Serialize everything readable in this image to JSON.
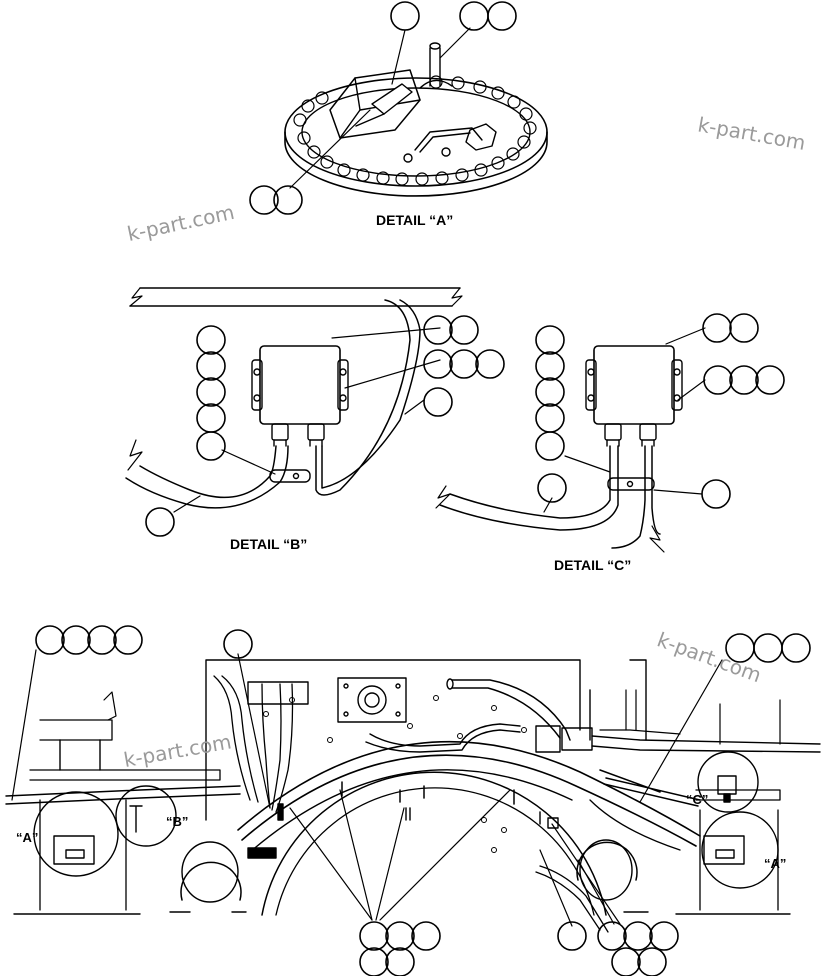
{
  "details": {
    "a": "DETAIL “A”",
    "b": "DETAIL “B”",
    "c": "DETAIL “C”"
  },
  "callouts": {
    "a_left": "“A”",
    "b": "“B”",
    "c": "“C”",
    "a_right": "“A”"
  },
  "watermark": "k-part.com",
  "colors": {
    "ink": "#000000",
    "watermark": "#9a9a9a"
  }
}
